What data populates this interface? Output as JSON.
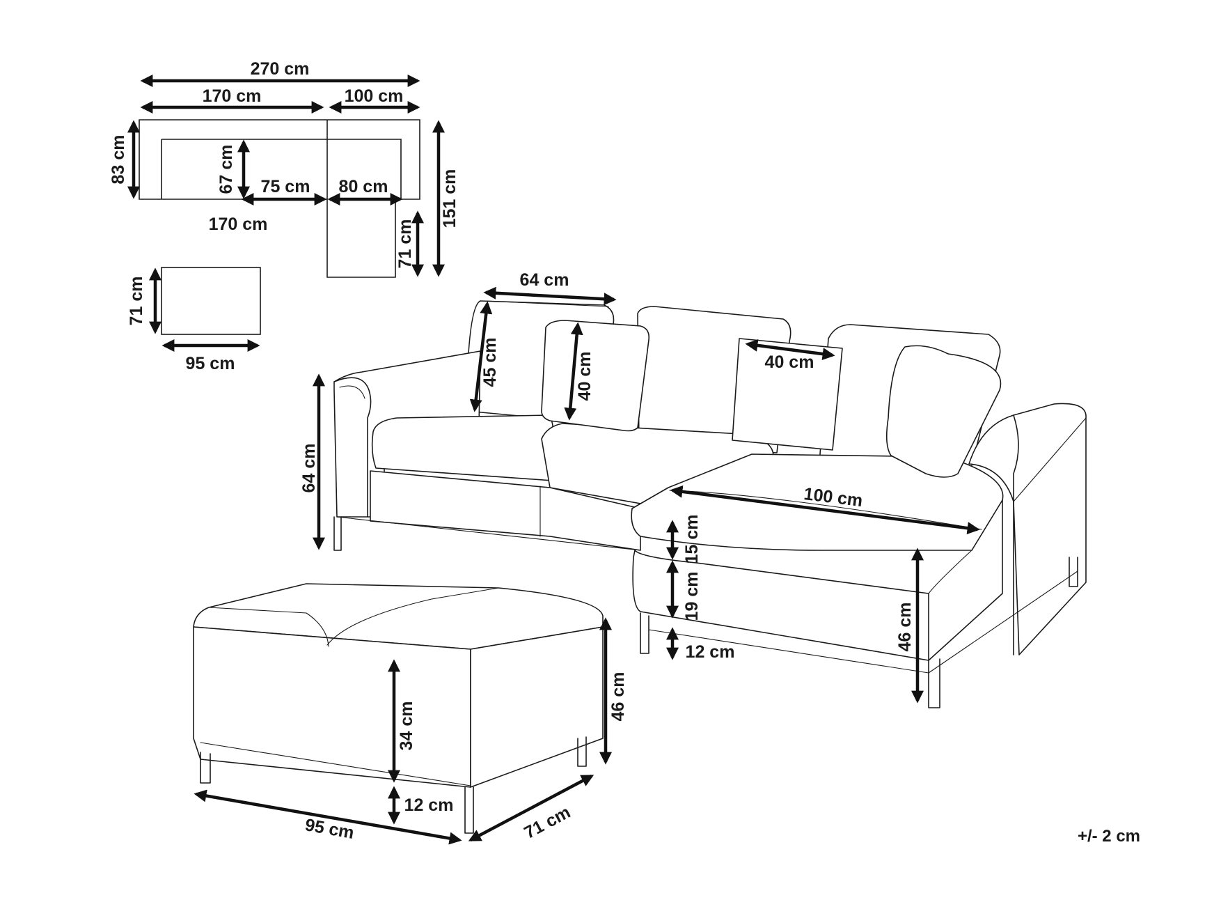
{
  "diagram": {
    "plan": {
      "total_width": "270 cm",
      "left_section_width": "170 cm",
      "right_section_width": "100 cm",
      "left_depth": "83 cm",
      "inner_depth": "67 cm",
      "seat_depth_left": "75 cm",
      "seat_depth_right": "80 cm",
      "bottom_width": "170 cm",
      "chaise_extension": "71 cm",
      "total_depth": "151 cm"
    },
    "ottoman_plan": {
      "depth": "71 cm",
      "width": "95 cm"
    },
    "sofa": {
      "back_cushion_width": "64 cm",
      "back_cushion_height": "45 cm",
      "pillow_height": "40 cm",
      "pillow_width": "40 cm",
      "total_height": "64 cm",
      "chaise_length": "100 cm",
      "seat_cushion_height": "15 cm",
      "base_height": "19 cm",
      "leg_height": "12 cm",
      "seat_height": "46 cm"
    },
    "ottoman": {
      "body_height": "34 cm",
      "leg_height": "12 cm",
      "total_height": "46 cm",
      "width": "95 cm",
      "depth": "71 cm"
    },
    "tolerance": "+/- 2 cm"
  }
}
